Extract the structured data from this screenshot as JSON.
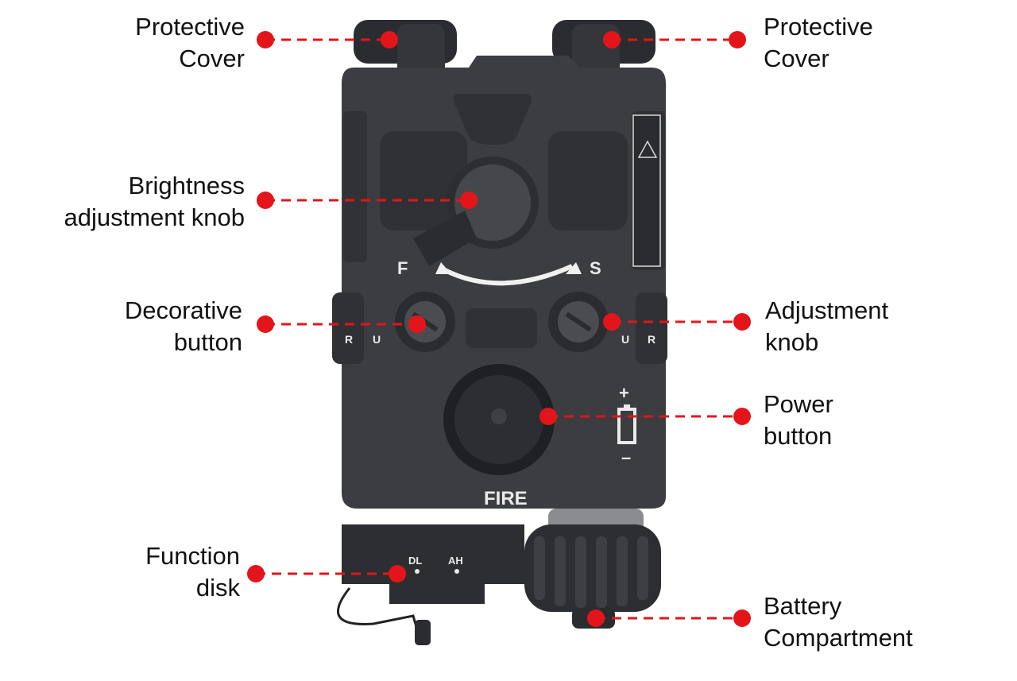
{
  "callouts": {
    "protective_cover_left": {
      "lines": [
        "Protective",
        "Cover"
      ]
    },
    "protective_cover_right": {
      "lines": [
        "Protective",
        "Cover"
      ]
    },
    "brightness_knob": {
      "lines": [
        "Brightness",
        "adjustment knob"
      ]
    },
    "decorative_button": {
      "lines": [
        "Decorative",
        "button"
      ]
    },
    "adjustment_knob": {
      "lines": [
        "Adjustment",
        "knob"
      ]
    },
    "power_button": {
      "lines": [
        "Power",
        "button"
      ]
    },
    "function_disk": {
      "lines": [
        "Function",
        "disk"
      ]
    },
    "battery_compartment": {
      "lines": [
        "Battery",
        "Compartment"
      ]
    }
  },
  "device_markings": {
    "fast": "F",
    "slow": "S",
    "fire": "FIRE",
    "dl": "DL",
    "ah": "AH",
    "u": "U",
    "r": "R",
    "plus": "+",
    "minus": "–"
  },
  "colors": {
    "callout_red": "#e3151b",
    "device_body": "#3b3d40",
    "background": "#ffffff"
  }
}
